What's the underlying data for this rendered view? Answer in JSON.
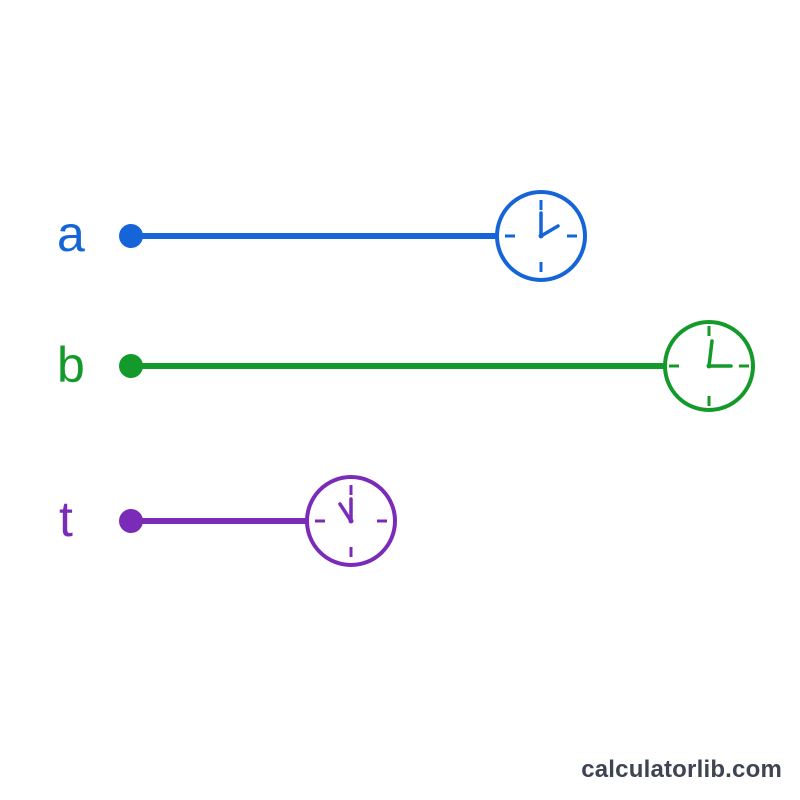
{
  "rows": [
    {
      "label": "a",
      "color": "#1565d8",
      "icon": "clock-icon"
    },
    {
      "label": "b",
      "color": "#139a2a",
      "icon": "clock-icon"
    },
    {
      "label": "t",
      "color": "#7a2bb8",
      "icon": "clock-icon"
    }
  ],
  "watermark": "calculatorlib.com"
}
